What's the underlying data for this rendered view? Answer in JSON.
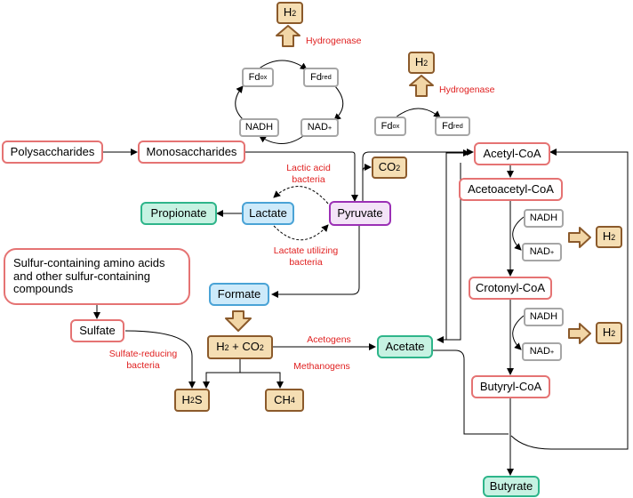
{
  "nodes": {
    "polysaccharides": "Polysaccharides",
    "monosaccharides": "Monosaccharides",
    "pyruvate": "Pyruvate",
    "lactate": "Lactate",
    "propionate": "Propionate",
    "formate": "Formate",
    "sulfur_compounds": "Sulfur-containing amino acids and other sulfur-containing compounds",
    "sulfate": "Sulfate",
    "h2_co2": {
      "main": "H",
      "sub2": "2",
      "rest": " + CO",
      "sub2b": "2"
    },
    "h2s": {
      "main": "H",
      "sub": "2",
      "rest": "S"
    },
    "ch4": {
      "main": "CH",
      "sub": "4"
    },
    "acetate": "Acetate",
    "acetyl_coa": "Acetyl-CoA",
    "acetoacetyl_coa": "Acetoacetyl-CoA",
    "crotonyl_coa": "Crotonyl-CoA",
    "butyryl_coa": "Butyryl-CoA",
    "butyrate": "Butyrate",
    "co2": {
      "main": "CO",
      "sub": "2"
    },
    "h2": {
      "main": "H",
      "sub": "2"
    },
    "fd_ox": {
      "main": "Fd",
      "sub": "ox"
    },
    "fd_red": {
      "main": "Fd",
      "sub": "red"
    },
    "nadh": "NADH",
    "nad_plus": {
      "main": "NAD",
      "sup": "+"
    }
  },
  "labels": {
    "hydrogenase": "Hydrogenase",
    "lactic_acid_bacteria": "Lactic acid bacteria",
    "lactate_utilizing_bacteria": "Lactate utilizing bacteria",
    "acetogens": "Acetogens",
    "methanogens": "Methanogens",
    "sulfate_reducing_bacteria": "Sulfate-reducing bacteria"
  },
  "colors": {
    "arrow": "#000000",
    "label_red": "#e02020",
    "h2_fill": "#f5deb3",
    "h2_border": "#8b5a2b",
    "hollow_arrow_fill": "#f2d6a6"
  }
}
